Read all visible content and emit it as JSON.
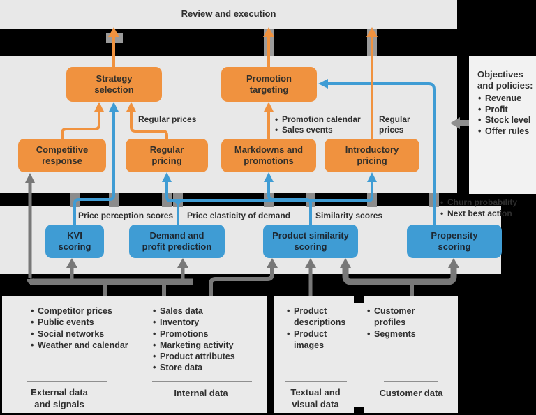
{
  "top_band": {
    "title": "Review and execution"
  },
  "objectives_panel": {
    "heading_lines": [
      "Objectives",
      "and policies:"
    ],
    "bullets": [
      "Revenue",
      "Profit",
      "Stock level",
      "Offer rules"
    ]
  },
  "boxes": {
    "strategy_selection": {
      "lines": [
        "Strategy",
        "selection"
      ]
    },
    "promotion_targeting": {
      "lines": [
        "Promotion",
        "targeting"
      ]
    },
    "competitive_response": {
      "lines": [
        "Competitive",
        "response"
      ]
    },
    "regular_pricing": {
      "lines": [
        "Regular",
        "pricing"
      ]
    },
    "markdowns_promotions": {
      "lines": [
        "Markdowns and",
        "promotions"
      ]
    },
    "introductory_pricing": {
      "lines": [
        "Introductory",
        "pricing"
      ]
    },
    "kvi_scoring": {
      "lines": [
        "KVI",
        "scoring"
      ]
    },
    "demand_profit": {
      "lines": [
        "Demand and",
        "profit prediction"
      ]
    },
    "product_similarity": {
      "lines": [
        "Product similarity",
        "scoring"
      ]
    },
    "propensity_scoring": {
      "lines": [
        "Propensity",
        "scoring"
      ]
    }
  },
  "labels": {
    "regular_prices_left": "Regular prices",
    "promotion_bullets": [
      "Promotion calendar",
      "Sales events"
    ],
    "regular_prices_right_lines": [
      "Regular",
      "prices"
    ],
    "price_perception": "Price perception scores",
    "price_elasticity": "Price elasticity of demand",
    "similarity_scores": "Similarity scores",
    "propensity_bullets": [
      "Churn probability",
      "Next best action"
    ]
  },
  "data_sources": {
    "external": {
      "bullets": [
        "Competitor prices",
        "Public events",
        "Social networks",
        "Weather and calendar"
      ],
      "footer_lines": [
        "External data",
        "and signals"
      ]
    },
    "internal": {
      "bullets": [
        "Sales data",
        "Inventory",
        "Promotions",
        "Marketing activity",
        "Product attributes",
        "Store data"
      ],
      "footer_lines": [
        "Internal data"
      ]
    },
    "textual": {
      "bullets": [
        "Product descriptions",
        "Product images"
      ],
      "footer_lines": [
        "Textual and",
        "visual data"
      ]
    },
    "customer": {
      "bullets": [
        "Customer profiles",
        "Segments"
      ],
      "footer_lines": [
        "Customer data"
      ]
    }
  },
  "colors": {
    "orange": "#f0923f",
    "blue": "#3f9cd4",
    "gray_line": "#787878",
    "band": "#e8e8e8",
    "background": "#000000"
  }
}
